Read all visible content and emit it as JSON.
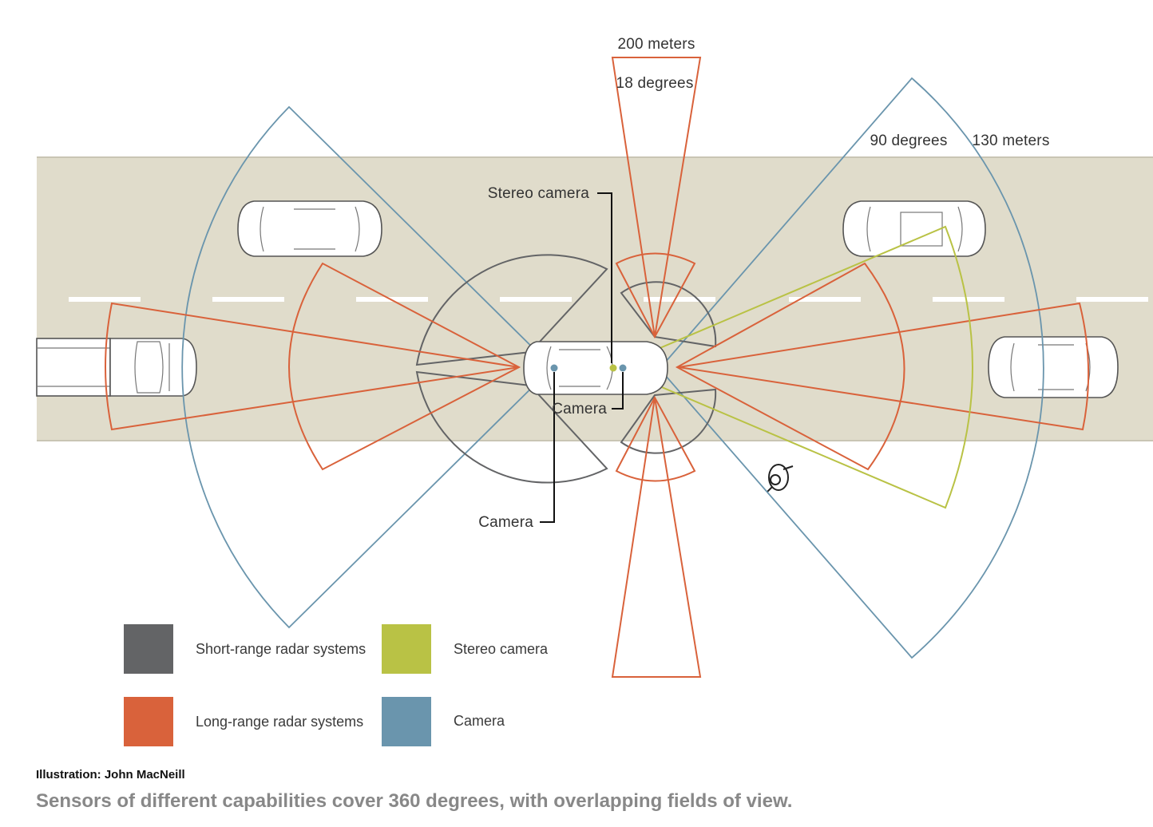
{
  "annotations": {
    "long_range_distance": "200 meters",
    "long_range_angle": "18 degrees",
    "camera_angle": "90 degrees",
    "camera_distance": "130 meters",
    "stereo_camera_callout": "Stereo camera",
    "front_camera_callout": "Camera",
    "rear_camera_callout": "Camera"
  },
  "legend": [
    {
      "label": "Short-range radar systems",
      "color": "#636466"
    },
    {
      "label": "Long-range radar systems",
      "color": "#d9623b"
    },
    {
      "label": "Stereo camera",
      "color": "#b9c245"
    },
    {
      "label": "Camera",
      "color": "#6a95ad"
    }
  ],
  "colors": {
    "road": "#e0dccb",
    "short_range": "#636466",
    "long_range": "#d9623b",
    "stereo": "#b9c245",
    "camera": "#6a95ad"
  },
  "footer": {
    "credit": "Illustration: John MacNeill",
    "caption": "Sensors of different capabilities cover 360 degrees, with overlapping fields of view."
  }
}
